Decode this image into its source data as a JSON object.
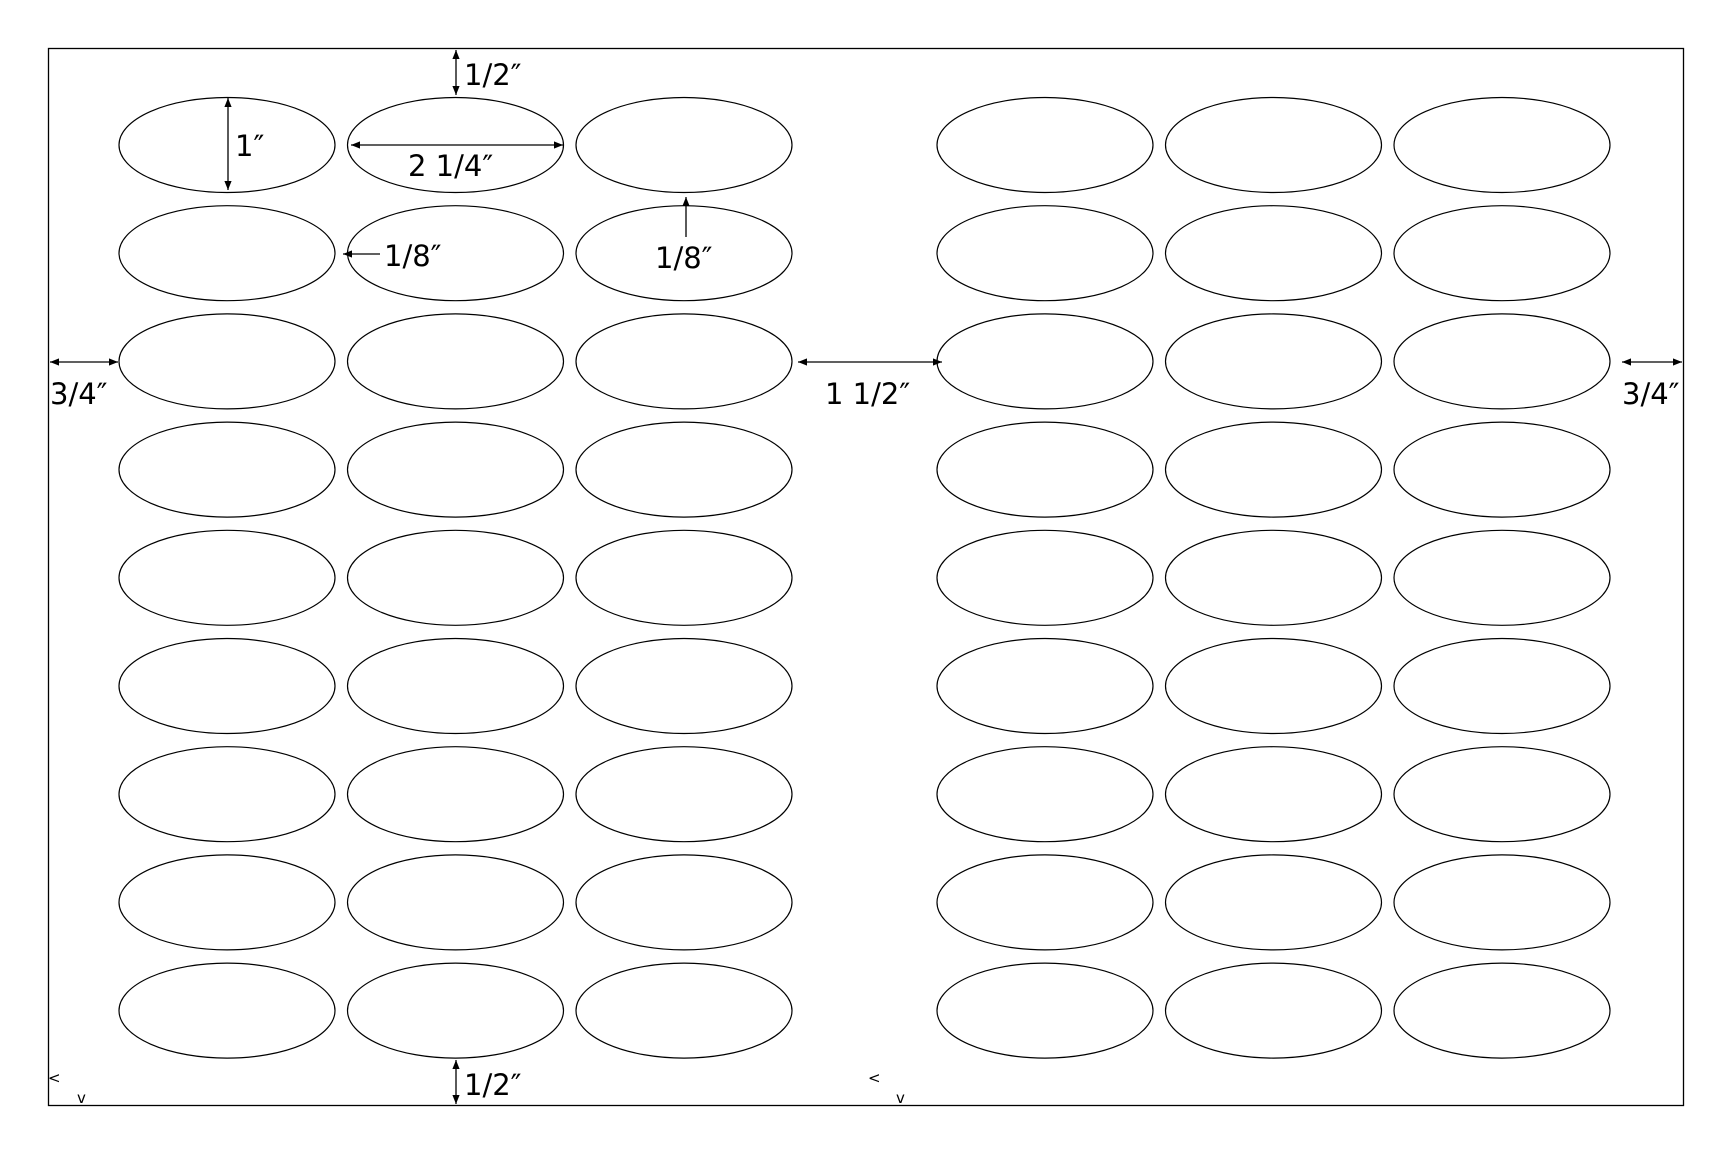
{
  "sheet": {
    "columns_per_group": 3,
    "groups": 2,
    "rows": 9,
    "label_shape": "oval",
    "line_color": "#000000",
    "background_color": "#ffffff"
  },
  "dimensions": {
    "top_margin": "1/2″",
    "label_height": "1″",
    "label_width": "2 1/4″",
    "horizontal_gap": "1/8″",
    "vertical_gap": "1/8″",
    "left_margin": "3/4″",
    "center_gutter": "1 1/2″",
    "right_margin": "3/4″",
    "bottom_margin": "1/2″"
  },
  "corner_marks": {
    "left_mark": "<",
    "down_mark": "v"
  }
}
